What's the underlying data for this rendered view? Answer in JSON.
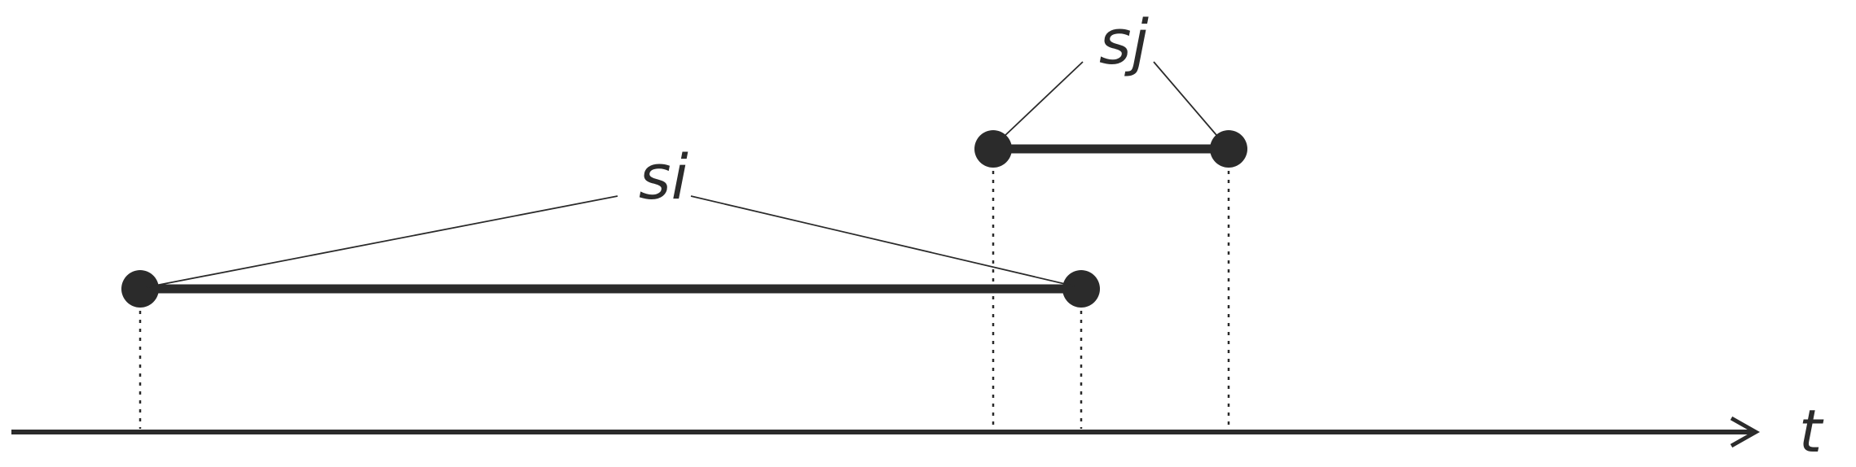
{
  "diagram": {
    "axis_label": "t",
    "intervals": [
      {
        "label": "si"
      },
      {
        "label": "sj"
      }
    ],
    "colors": {
      "ink": "#2b2b2b",
      "background": "#ffffff"
    }
  }
}
